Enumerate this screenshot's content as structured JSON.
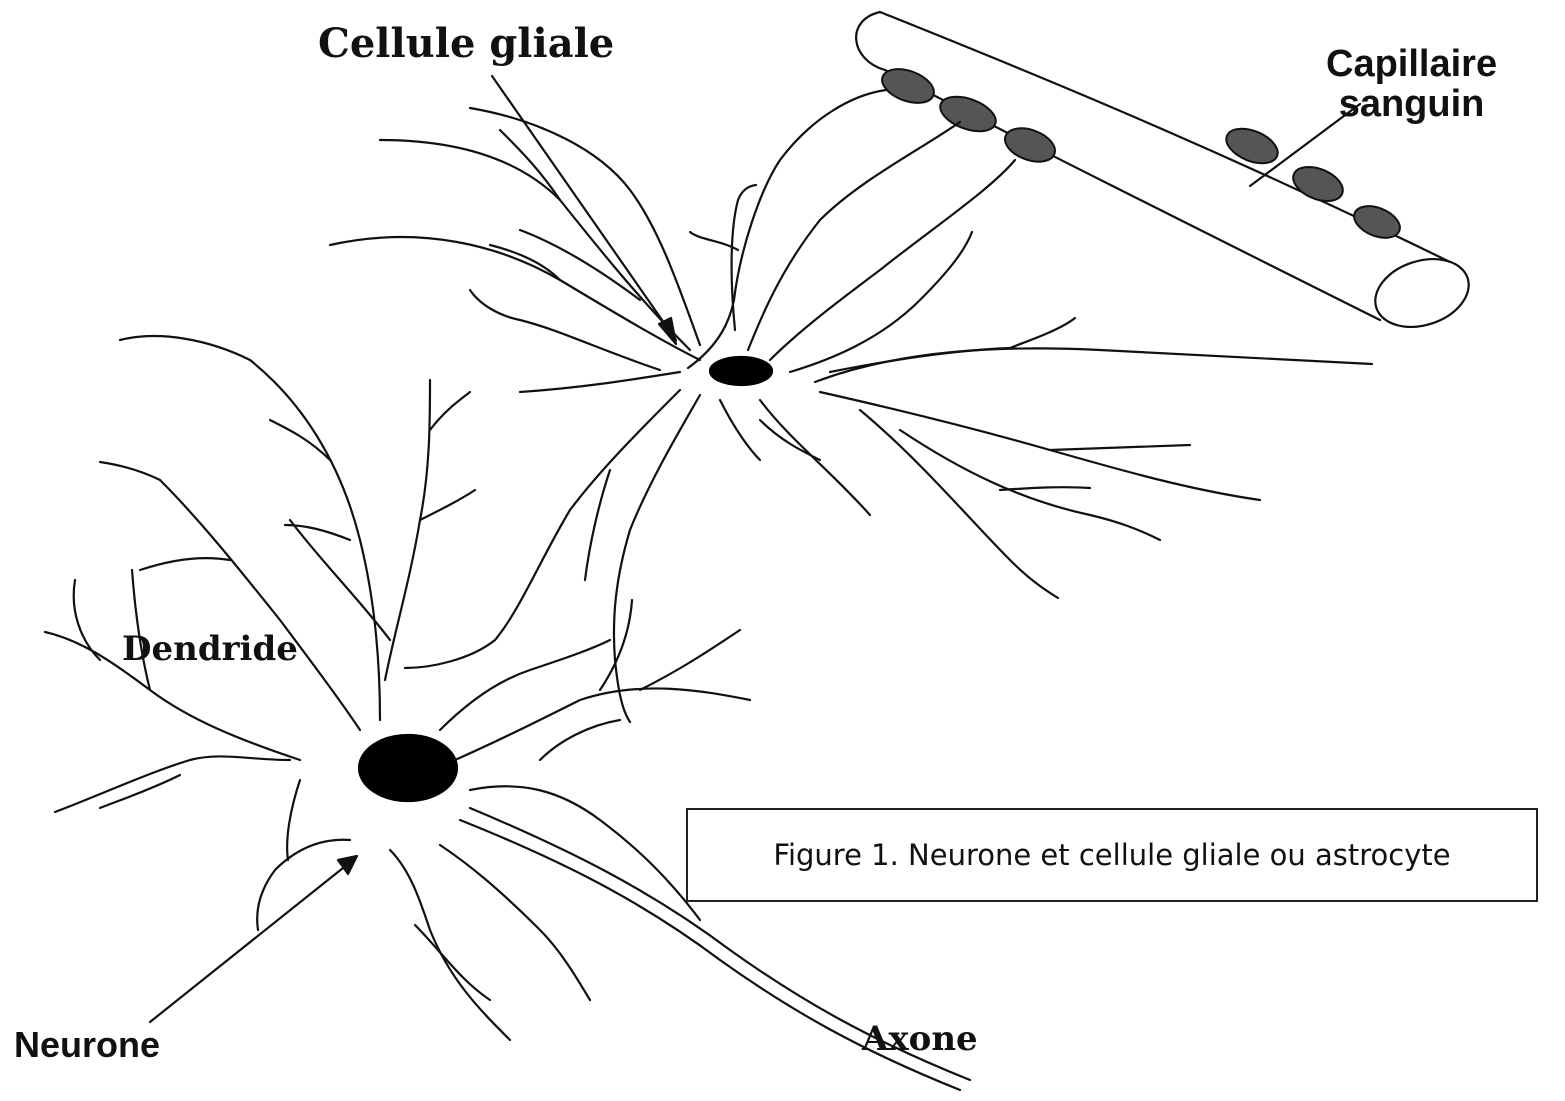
{
  "labels": {
    "glial_cell": "Cellule gliale",
    "capillary_line1": "Capillaire",
    "capillary_line2": "sanguin",
    "dendrite": "Dendride",
    "neuron": "Neurone",
    "axon": "Axone"
  },
  "caption": "Figure 1. Neurone et cellule gliale ou astrocyte",
  "colors": {
    "line": "#111111",
    "nucleus": "#000000",
    "endfoot": "#555555",
    "background": "#ffffff"
  }
}
